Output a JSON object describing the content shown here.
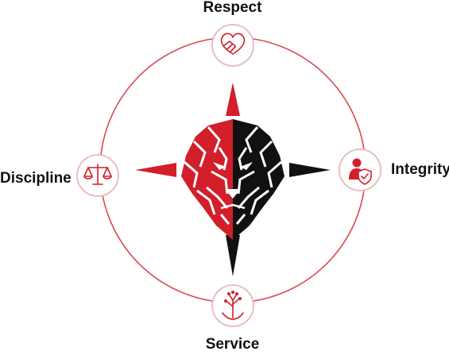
{
  "values": {
    "top": {
      "label": "Respect",
      "icon": "handshake-heart-icon"
    },
    "right": {
      "label": "Integrity",
      "icon": "person-shield-icon"
    },
    "bottom": {
      "label": "Service",
      "icon": "tree-hands-icon"
    },
    "left": {
      "label": "Discipline",
      "icon": "balance-scale-icon"
    }
  },
  "center": {
    "icon": "lion-compass-emblem-icon"
  },
  "colors": {
    "accent": "#d21f2a",
    "dark": "#111111",
    "circle": "#d64b52",
    "icon_ring": "#e7bfc2"
  }
}
